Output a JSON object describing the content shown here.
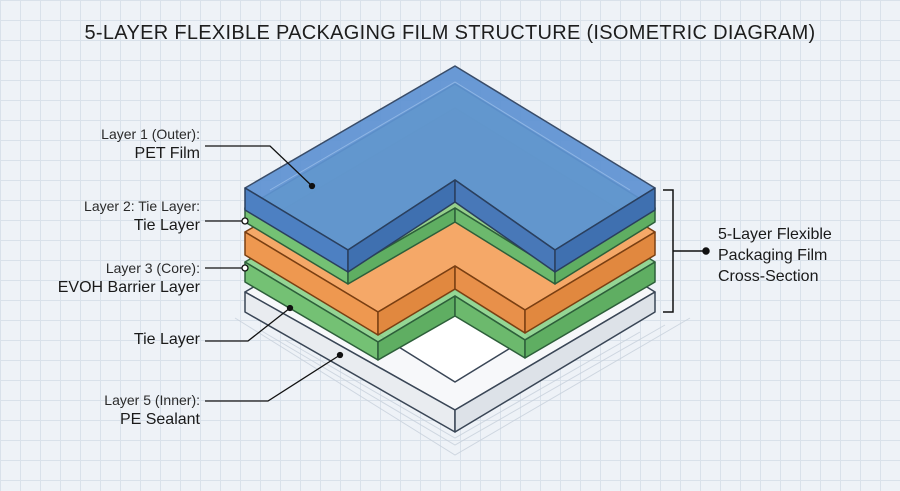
{
  "title": "5-LAYER FLEXIBLE PACKAGING FILM STRUCTURE (ISOMETRIC DIAGRAM)",
  "labels": [
    {
      "sub": "Layer 1 (Outer):",
      "main": "PET Film"
    },
    {
      "sub": "Layer 2: Tie Layer:",
      "main": "Tie Layer"
    },
    {
      "sub": "Layer 3 (Core):",
      "main": "EVOH Barrier Layer"
    },
    {
      "sub": "",
      "main": "Tie Layer"
    },
    {
      "sub": "Layer 5 (Inner):",
      "main": "PE Sealant"
    }
  ],
  "bracket_note": [
    "5-Layer Flexible",
    "Packaging Film",
    "Cross-Section"
  ],
  "colors": {
    "pet": "#5b8fd0",
    "tie": "#7fcc7f",
    "evoh": "#f3a25c",
    "pe": "#f4f5f7",
    "outline": "#2e3a4a"
  }
}
